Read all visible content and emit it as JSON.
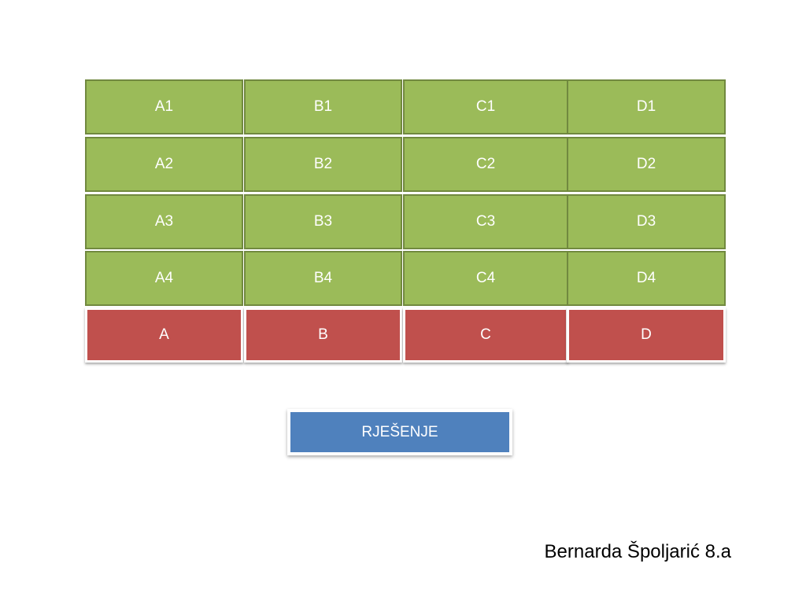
{
  "grid": {
    "rows": [
      [
        "A1",
        "B1",
        "C1",
        "D1"
      ],
      [
        "A2",
        "B2",
        "C2",
        "D2"
      ],
      [
        "A3",
        "B3",
        "C3",
        "D3"
      ],
      [
        "A4",
        "B4",
        "C4",
        "D4"
      ]
    ],
    "answers": [
      "A",
      "B",
      "C",
      "D"
    ]
  },
  "solution_button": {
    "label": "RJEŠENJE"
  },
  "author": {
    "text": "Bernarda Špoljarić 8.a"
  },
  "colors": {
    "clue_fill": "#9bbb59",
    "clue_border": "#71893f",
    "answer_fill": "#c0504d",
    "solution_fill": "#4f81bd"
  }
}
